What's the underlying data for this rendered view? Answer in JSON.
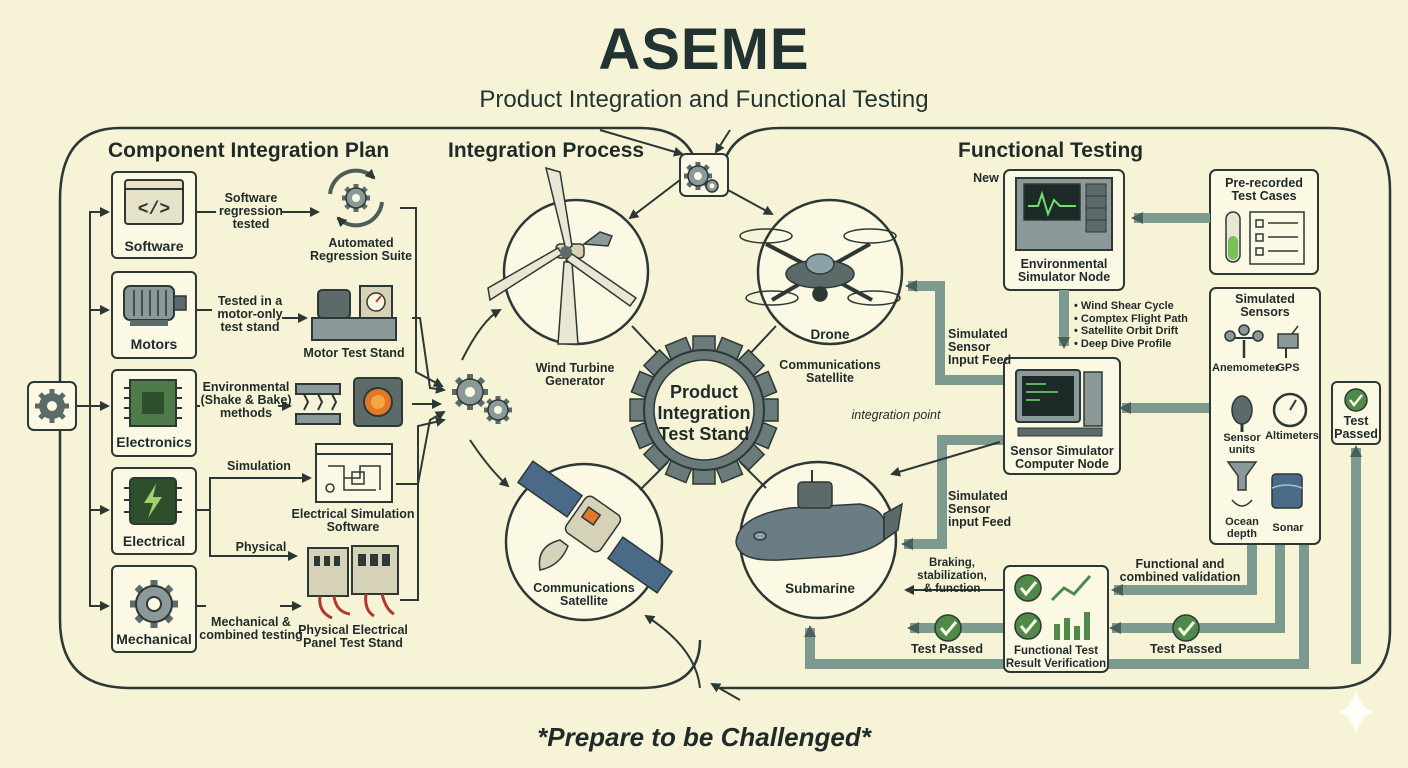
{
  "header": {
    "title": "ASEME",
    "subtitle": "Product Integration and Functional Testing"
  },
  "sections": {
    "component_plan": "Component Integration Plan",
    "integration_process": "Integration Process",
    "functional_testing": "Functional Testing"
  },
  "components": [
    {
      "label": "Software",
      "icon": "code-window-icon"
    },
    {
      "label": "Motors",
      "icon": "motor-icon"
    },
    {
      "label": "Electronics",
      "icon": "circuit-board-icon"
    },
    {
      "label": "Electrical",
      "icon": "lightning-chip-icon"
    },
    {
      "label": "Mechanical",
      "icon": "gear-icon"
    }
  ],
  "methods": {
    "software_regression": "Software regression tested",
    "motor_only": "Tested in a motor-only test stand",
    "environmental": "Environmental (Shake & Bake) methods",
    "simulation": "Simulation",
    "physical": "Physical",
    "mechanical_combined": "Mechanical & combined testing"
  },
  "test_assets": {
    "regression_suite": "Automated Regression Suite",
    "motor_stand": "Motor Test Stand",
    "electrical_sim": "Electrical Simulation Software",
    "panel_stand": "Physical Electrical Panel Test Stand"
  },
  "products": {
    "wind_turbine": "Wind Turbine Generator",
    "drone": "Drone",
    "drone_caption": "Communications Satellite",
    "satellite": "Communications Satellite",
    "submarine": "Submarine"
  },
  "center_hub": "Product Integration Test Stand",
  "integration_point": "integration point",
  "functional": {
    "new_tag": "New",
    "env_sim_node": "Environmental Simulator Node",
    "prerecorded": "Pre-recorded Test Cases",
    "profiles": [
      "Wind Shear Cycle",
      "Comptex Flight Path",
      "Satellite Orbit Drift",
      "Deep Dive Profile"
    ],
    "sensor_sim_node": "Sensor Simulator Computer Node",
    "sim_sensor_feed_1": "Simulated Sensor Input Feed",
    "sim_sensor_feed_2": "Simulated Sensor input Feed",
    "simulated_sensors": "Simulated Sensors",
    "sensors": [
      "Anemometer",
      "GPS",
      "Sensor units",
      "Altimeters",
      "Ocean depth",
      "Sonar"
    ],
    "braking": "Braking, stabilization, & function",
    "functional_validation": "Functional and combined validation",
    "result_verification": "Functional Test Result Verification",
    "test_passed_left": "Test Passed",
    "test_passed_right": "Test Passed",
    "test_passed_side": "Test Passed"
  },
  "footer": "*Prepare to be Challenged*",
  "colors": {
    "background": "#f7f3d6",
    "line": "#3a4a48",
    "arrow_fill": "#7d9a90",
    "check_green": "#4f8a4a",
    "panel_fill": "#fbf8e4"
  }
}
